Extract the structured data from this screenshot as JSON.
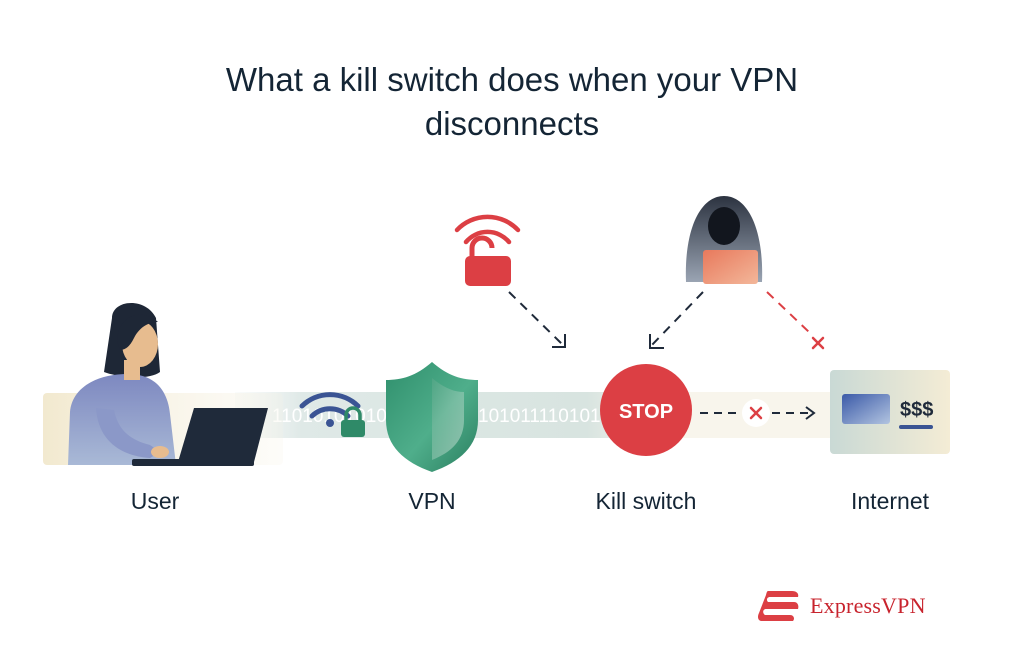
{
  "title": {
    "line1": "What a kill switch does when your VPN",
    "line2": "disconnects"
  },
  "nodes": [
    {
      "id": "user",
      "label": "User"
    },
    {
      "id": "vpn",
      "label": "VPN"
    },
    {
      "id": "kill_switch",
      "label": "Kill switch"
    },
    {
      "id": "internet",
      "label": "Internet"
    }
  ],
  "binary": {
    "segment1": "1101010101010",
    "segment2": "10101111010101"
  },
  "stop_sign": "STOP",
  "internet_card": {
    "amount": "$$$"
  },
  "brand": {
    "name": "ExpressVPN"
  },
  "icons": {
    "unlocked": "unlocked-padlock-wifi-icon",
    "hacker": "hooded-hacker-icon",
    "wifi_lock": "secure-wifi-icon",
    "shield": "vpn-shield-icon",
    "blocked": "blocked-x-icon"
  },
  "colors": {
    "title": "#142535",
    "red": "#dc3f44",
    "green": "#2f8a68",
    "navy": "#1f2a3a",
    "blue": "#3a5494"
  }
}
